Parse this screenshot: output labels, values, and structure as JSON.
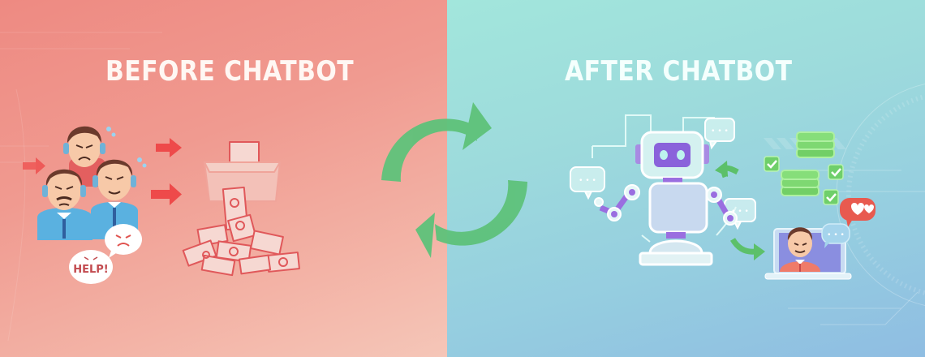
{
  "before": {
    "title": "BEFORE CHATBOT",
    "background": [
      "#ee8a82",
      "#f5c6b8"
    ],
    "illustrations": [
      {
        "name": "stressed-agents",
        "count": 3
      },
      {
        "name": "angry-bubble",
        "glyph": "angry-face-icon"
      },
      {
        "name": "help-bubble",
        "text": "HELP!"
      },
      {
        "name": "flow-arrows",
        "count": 3,
        "color": "#ee4a4a"
      },
      {
        "name": "money-box-spilling-bills"
      }
    ]
  },
  "after": {
    "title": "AFTER CHATBOT",
    "background": [
      "#a2e6dc",
      "#8fbde2"
    ],
    "illustrations": [
      {
        "name": "robot",
        "accent": "#9a6ee0"
      },
      {
        "name": "chat-bubbles",
        "text": "..."
      },
      {
        "name": "cash-stacks",
        "count": 2,
        "color": "#79d46c"
      },
      {
        "name": "checkmarks",
        "count": 3
      },
      {
        "name": "happy-customer-laptop"
      },
      {
        "name": "hearts-bubble",
        "color": "#e85a4f"
      }
    ]
  },
  "transition": {
    "icon": "refresh-cycle-arrows",
    "color": "#5ec27a"
  },
  "help_text": "HELP!",
  "dots_text": "• • •"
}
